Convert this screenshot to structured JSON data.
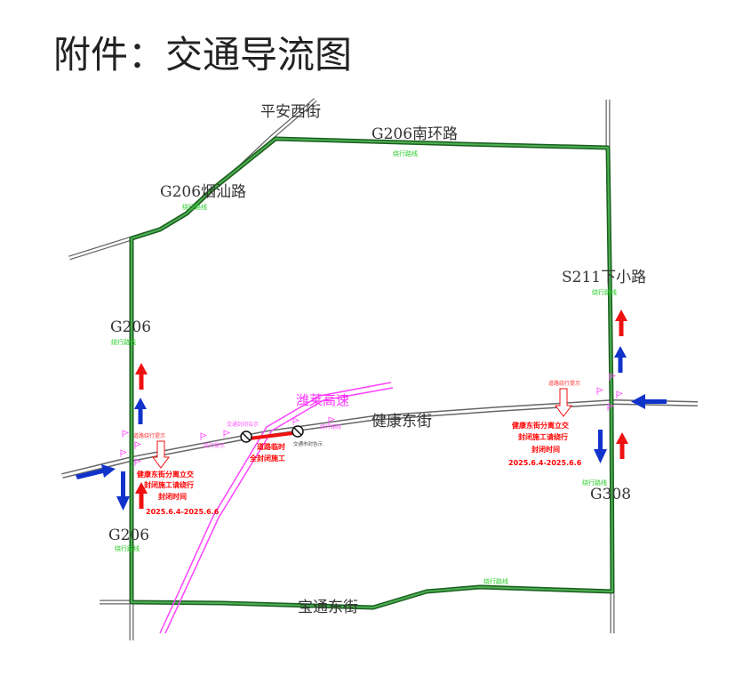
{
  "title": "附件：交通导流图",
  "roads": {
    "ping_an_xi_jie": "平安西街",
    "g206_nanhuan": "G206南环路",
    "g206_yanshan": "G206烟汕路",
    "s211_xiaxiao": "S211下小路",
    "g206_north": "G206",
    "g206_south": "G206",
    "g308": "G308",
    "jiankang_dongjie": "健康东街",
    "baotong_dongjie": "宝通东街",
    "weilai_expressway": "潍莱高速"
  },
  "detour_label": "绕行路线",
  "notices": {
    "west": [
      "健康东街分离立交",
      "封闭施工请绕行",
      "封闭时间",
      "2025.6.4-2025.6.6"
    ],
    "east": [
      "健康东街分离立交",
      "封闭施工请绕行",
      "封闭时间",
      "2025.6.4-2025.6.6"
    ],
    "middle": [
      "道路临时",
      "全封闭施工"
    ]
  },
  "sign_labels": {
    "detour_tip": "道路绕行提示",
    "west_tip": "绕行提示",
    "closure_notice": "交通封闭告示",
    "closure_notice_2": "交通市封告示",
    "detour_sign": "绕行路线"
  },
  "colors": {
    "detour_route": "#2e7d32",
    "detour_label": "#22cc22",
    "expressway": "#ff44ff",
    "arrow_red": "#ee1111",
    "arrow_blue": "#1133cc",
    "notice_text": "#ff0000"
  }
}
